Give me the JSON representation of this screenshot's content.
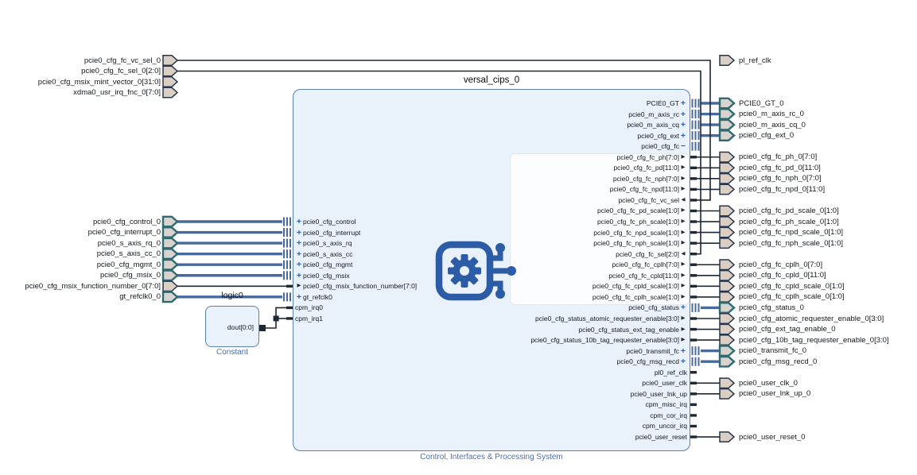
{
  "diagram": {
    "main_block": {
      "title": "versal_cips_0",
      "subtitle": "Control, Interfaces & Processing System",
      "left_pins": [
        {
          "label": "pcie0_cfg_control",
          "glyph": "plus",
          "wire": "iface"
        },
        {
          "label": "pcie0_cfg_interrupt",
          "glyph": "plus",
          "wire": "iface"
        },
        {
          "label": "pcie0_s_axis_rq",
          "glyph": "plus",
          "wire": "iface"
        },
        {
          "label": "pcie0_s_axis_cc",
          "glyph": "plus",
          "wire": "iface"
        },
        {
          "label": "pcie0_cfg_mgmt",
          "glyph": "plus",
          "wire": "iface"
        },
        {
          "label": "pcie0_cfg_msix",
          "glyph": "plus",
          "wire": "iface"
        },
        {
          "label": "pcie0_cfg_msix_function_number[7:0]",
          "glyph": "tri-right",
          "wire": "scalar"
        },
        {
          "label": "gt_refclk0",
          "glyph": "plus",
          "wire": "iface"
        },
        {
          "label": "cpm_irq0",
          "glyph": "none",
          "wire": "const"
        },
        {
          "label": "cpm_irq1",
          "glyph": "none",
          "wire": "const"
        }
      ],
      "right_pins": [
        {
          "label": "PCIE0_GT",
          "glyph": "plus",
          "wire": "iface",
          "port": "PCIE0_GT_0"
        },
        {
          "label": "pcie0_m_axis_rc",
          "glyph": "plus",
          "wire": "iface",
          "port": "pcie0_m_axis_rc_0"
        },
        {
          "label": "pcie0_m_axis_cq",
          "glyph": "plus",
          "wire": "iface",
          "port": "pcie0_m_axis_cq_0"
        },
        {
          "label": "pcie0_cfg_ext",
          "glyph": "plus",
          "wire": "iface",
          "port": "pcie0_cfg_ext_0"
        },
        {
          "label": "pcie0_cfg_fc",
          "glyph": "minus",
          "wire": "bars",
          "port": null
        },
        {
          "label": "pcie0_cfg_fc_ph[7:0]",
          "glyph": "tri-right",
          "wire": "scalar",
          "port": "pcie0_cfg_fc_ph_0[7:0]"
        },
        {
          "label": "pcie0_cfg_fc_pd[11:0]",
          "glyph": "tri-right",
          "wire": "scalar",
          "port": "pcie0_cfg_fc_pd_0[11:0]"
        },
        {
          "label": "pcie0_cfg_fc_nph[7:0]",
          "glyph": "tri-right",
          "wire": "scalar",
          "port": "pcie0_cfg_fc_nph_0[7:0]"
        },
        {
          "label": "pcie0_cfg_fc_npd[11:0]",
          "glyph": "tri-right",
          "wire": "scalar",
          "port": "pcie0_cfg_fc_npd_0[11:0]"
        },
        {
          "label": "pcie0_cfg_fc_vc_sel",
          "glyph": "tri-left",
          "wire": "input",
          "port": null
        },
        {
          "label": "pcie0_cfg_fc_pd_scale[1:0]",
          "glyph": "tri-right",
          "wire": "scalar",
          "port": "pcie0_cfg_fc_pd_scale_0[1:0]"
        },
        {
          "label": "pcie0_cfg_fc_ph_scale[1:0]",
          "glyph": "tri-right",
          "wire": "scalar",
          "port": "pcie0_cfg_fc_ph_scale_0[1:0]"
        },
        {
          "label": "pcie0_cfg_fc_npd_scale[1:0]",
          "glyph": "tri-right",
          "wire": "scalar",
          "port": "pcie0_cfg_fc_npd_scale_0[1:0]"
        },
        {
          "label": "pcie0_cfg_fc_nph_scale[1:0]",
          "glyph": "tri-right",
          "wire": "scalar",
          "port": "pcie0_cfg_fc_nph_scale_0[1:0]"
        },
        {
          "label": "pcie0_cfg_fc_sel[2:0]",
          "glyph": "tri-left",
          "wire": "input",
          "port": null
        },
        {
          "label": "pcie0_cfg_fc_cplh[7:0]",
          "glyph": "tri-right",
          "wire": "scalar",
          "port": "pcie0_cfg_fc_cplh_0[7:0]"
        },
        {
          "label": "pcie0_cfg_fc_cpld[11:0]",
          "glyph": "tri-right",
          "wire": "scalar",
          "port": "pcie0_cfg_fc_cpld_0[11:0]"
        },
        {
          "label": "pcie0_cfg_fc_cpld_scale[1:0]",
          "glyph": "tri-right",
          "wire": "scalar",
          "port": "pcie0_cfg_fc_cpld_scale_0[1:0]"
        },
        {
          "label": "pcie0_cfg_fc_cplh_scale[1:0]",
          "glyph": "tri-right",
          "wire": "scalar",
          "port": "pcie0_cfg_fc_cplh_scale_0[1:0]"
        },
        {
          "label": "pcie0_cfg_status",
          "glyph": "plus",
          "wire": "iface",
          "port": "pcie0_cfg_status_0"
        },
        {
          "label": "pcie0_cfg_status_atomic_requester_enable[3:0]",
          "glyph": "tri-right",
          "wire": "scalar",
          "port": "pcie0_cfg_atomic_requester_enable_0[3:0]"
        },
        {
          "label": "pcie0_cfg_status_ext_tag_enable",
          "glyph": "tri-right",
          "wire": "scalar",
          "port": "pcie0_cfg_ext_tag_enable_0"
        },
        {
          "label": "pcie0_cfg_status_10b_tag_requester_enable[3:0]",
          "glyph": "tri-right",
          "wire": "scalar",
          "port": "pcie0_cfg_10b_tag_requester_enable_0[3:0]"
        },
        {
          "label": "pcie0_transmit_fc",
          "glyph": "plus",
          "wire": "iface",
          "port": "pcie0_transmit_fc_0"
        },
        {
          "label": "pcie0_cfg_msg_recd",
          "glyph": "plus",
          "wire": "iface",
          "port": "pcie0_cfg_msg_recd_0"
        },
        {
          "label": "pl0_ref_clk",
          "glyph": "none",
          "wire": "stub",
          "port": null
        },
        {
          "label": "pcie0_user_clk",
          "glyph": "none",
          "wire": "scalar",
          "port": "pcie0_user_clk_0"
        },
        {
          "label": "pcie0_user_lnk_up",
          "glyph": "none",
          "wire": "scalar",
          "port": "pcie0_user_lnk_up_0"
        },
        {
          "label": "cpm_misc_irq",
          "glyph": "none",
          "wire": "stub",
          "port": null
        },
        {
          "label": "cpm_cor_irq",
          "glyph": "none",
          "wire": "stub",
          "port": null
        },
        {
          "label": "cpm_uncor_irq",
          "glyph": "none",
          "wire": "stub",
          "port": null
        },
        {
          "label": "pcie0_user_reset",
          "glyph": "none",
          "wire": "scalar",
          "port": "pcie0_user_reset_0"
        }
      ]
    },
    "constant_block": {
      "title": "logic0",
      "subtitle": "Constant",
      "pin_label": "dout[0:0]"
    },
    "left_top_ports": [
      {
        "label": "pcie0_cfg_fc_vc_sel_0",
        "connected": true
      },
      {
        "label": "pcie0_cfg_fc_sel_0[2:0]",
        "connected": true
      },
      {
        "label": "pcie0_cfg_msix_mint_vector_0[31:0]",
        "connected": false
      },
      {
        "label": "xdma0_usr_irq_fnc_0[7:0]",
        "connected": false
      }
    ],
    "left_mid_ports": [
      {
        "label": "pcie0_cfg_control_0",
        "type": "iface"
      },
      {
        "label": "pcie0_cfg_interrupt_0",
        "type": "iface"
      },
      {
        "label": "pcie0_s_axis_rq_0",
        "type": "iface"
      },
      {
        "label": "pcie0_s_axis_cc_0",
        "type": "iface"
      },
      {
        "label": "pcie0_cfg_mgmt_0",
        "type": "iface"
      },
      {
        "label": "pcie0_cfg_msix_0",
        "type": "iface"
      },
      {
        "label": "pcie0_cfg_msix_function_number_0[7:0]",
        "type": "scalar"
      },
      {
        "label": "gt_refclk0_0",
        "type": "iface"
      }
    ],
    "top_right_port": {
      "label": "pl_ref_clk"
    },
    "colors": {
      "block_fill": "#e9f1fb",
      "block_border": "#5b80ad",
      "wire_interface": "#47699e",
      "wire_scalar": "#1d2835",
      "port_fill": "#dbcfc3",
      "port_interface_stroke": "#2f6a71",
      "blue_label": "#4a6fb5",
      "icon_blue": "#2d5ca6",
      "expand_icon_blue": "#2a5fc0"
    }
  }
}
